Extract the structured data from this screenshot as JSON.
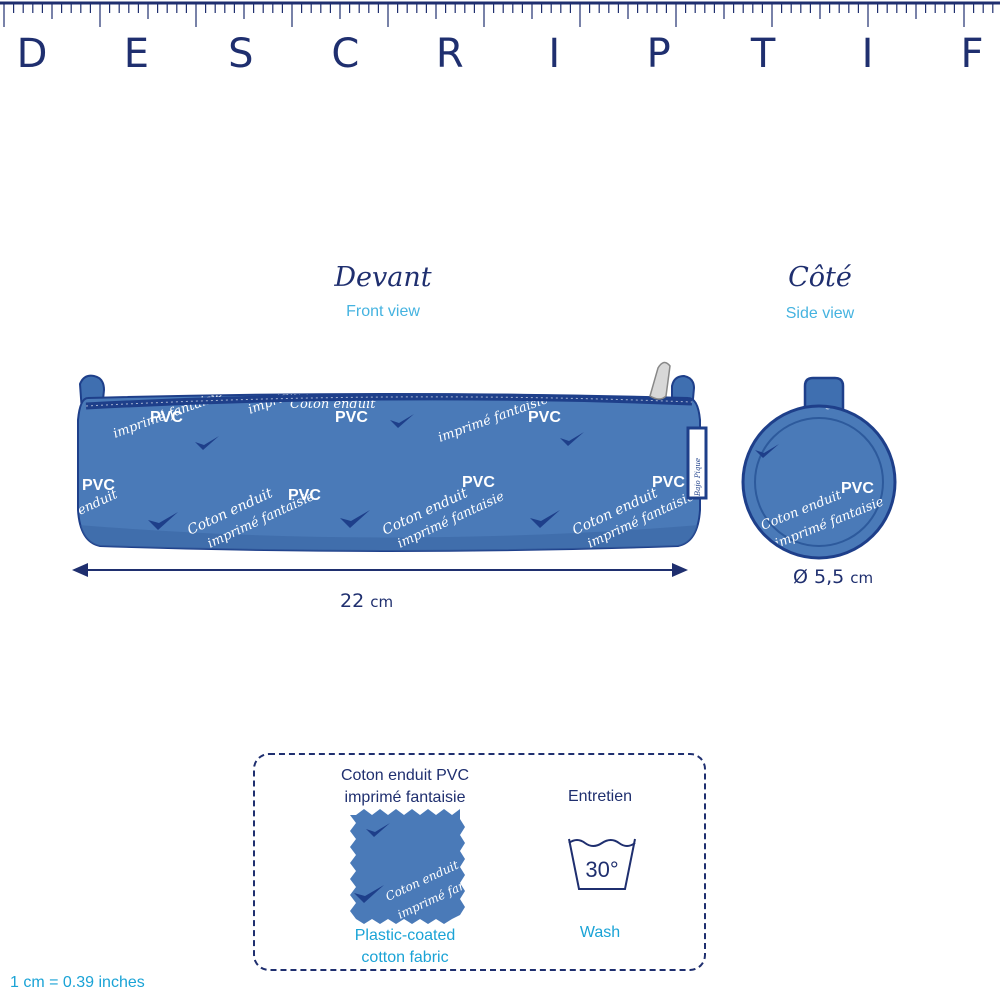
{
  "header": {
    "title_letters": [
      "D",
      "E",
      "S",
      "C",
      "R",
      "I",
      "P",
      "T",
      "I",
      "F"
    ],
    "color": "#1f2f6f"
  },
  "front_view": {
    "label": "Devant",
    "sublabel": "Front view",
    "dimension_value": "22",
    "dimension_unit": "cm"
  },
  "side_view": {
    "label": "Côté",
    "sublabel": "Side view",
    "dimension_value": "Ø 5,5",
    "dimension_unit": "cm"
  },
  "pattern": {
    "line1": "Coton enduit",
    "line1_bold": "PVC",
    "line2": "imprimé fantaisie",
    "tag_text": "Bajo Pique"
  },
  "care_box": {
    "fabric_title_line1": "Coton enduit PVC",
    "fabric_title_line2": "imprimé fantaisie",
    "fabric_en_line1": "Plastic-coated",
    "fabric_en_line2": "cotton fabric",
    "care_title": "Entretien",
    "wash_temp": "30°",
    "wash_icon": "wash-30-icon",
    "care_en": "Wash"
  },
  "footer": {
    "conversion": "1 cm = 0.39 inches"
  },
  "colors": {
    "fabric": "#4a7ab8",
    "fabric_dark": "#1e3f8a",
    "navy": "#1f2f6f",
    "accent_blue": "#1aa3d6"
  }
}
